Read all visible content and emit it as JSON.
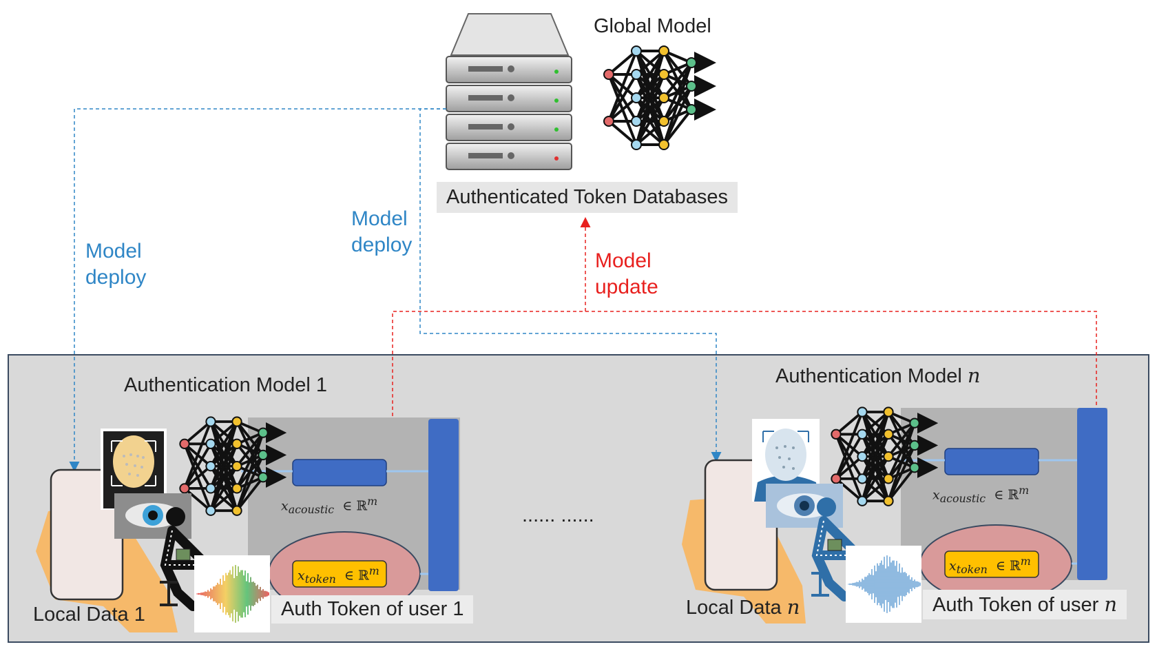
{
  "global": {
    "title": "Global Model",
    "database_label": "Authenticated Token Databases"
  },
  "arrows": {
    "deploy_left": [
      "Model",
      "deploy"
    ],
    "deploy_right": [
      "Model",
      "deploy"
    ],
    "update": [
      "Model",
      "update"
    ]
  },
  "client1": {
    "title": "Authentication Model 1",
    "local_data": "Local Data 1",
    "token_label": "Auth Token of user 1",
    "acoustic_var": "x",
    "acoustic_sub": "acoustic",
    "token_var": "x",
    "token_sub": "token",
    "space": "∈ ℝ",
    "space_exp": "m"
  },
  "clientn": {
    "title": "Authentication Model ",
    "title_var": "n",
    "local_data": "Local Data ",
    "local_var": "n",
    "token_label": "Auth Token of user ",
    "token_var_n": "n",
    "acoustic_var": "x",
    "acoustic_sub": "acoustic",
    "token_var": "x",
    "token_sub": "token",
    "space": "∈ ℝ",
    "space_exp": "m"
  },
  "ellipsis": "...... ......",
  "colors": {
    "deploy": "#2f86c6",
    "update": "#e8201e",
    "panel": "#d9d9d9",
    "block": "#3f6cc4",
    "token_box": "#ffc000",
    "ellipse": "#d99a9a"
  },
  "icons": [
    "server-stack-icon",
    "neural-network-icon",
    "smartphone-icon",
    "face-scan-icon",
    "eye-icon",
    "gait-skeleton-icon",
    "audio-waveform-icon"
  ]
}
